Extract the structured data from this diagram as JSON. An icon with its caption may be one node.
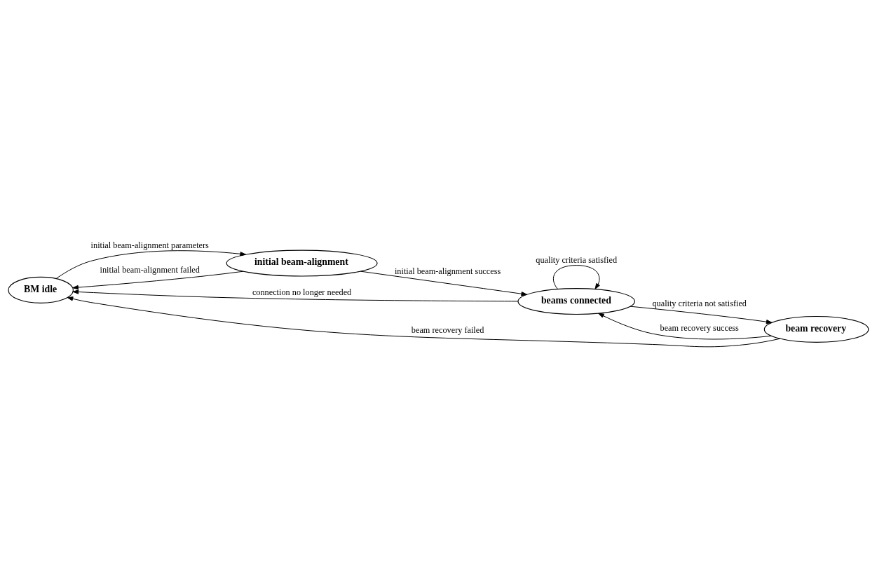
{
  "diagram": {
    "nodes": [
      {
        "text": [
          "BM idle"
        ]
      },
      {
        "text": [
          "initial beam-alignment"
        ]
      },
      {
        "text": [
          "beams connected"
        ]
      },
      {
        "text": [
          "beam recovery"
        ]
      }
    ],
    "edges": [
      {
        "from": 0,
        "to": 1,
        "arrow": "to",
        "label": "initial beam-alignment parameters"
      },
      {
        "from": 1,
        "to": 0,
        "arrow": "to",
        "label": "initial beam-alignment failed"
      },
      {
        "from": 1,
        "to": 2,
        "arrow": "to",
        "label": "initial beam-alignment success"
      },
      {
        "from": 2,
        "to": 0,
        "arrow": "to",
        "label": "connection no longer needed"
      },
      {
        "from": 2,
        "to": 2,
        "arrow": "to",
        "label": "quality criteria satisfied"
      },
      {
        "from": 2,
        "to": 3,
        "arrow": "to",
        "label": "quality criteria not satisfied"
      },
      {
        "from": 3,
        "to": 2,
        "arrow": "to",
        "label": "beam recovery success"
      },
      {
        "from": 3,
        "to": 0,
        "arrow": "to",
        "label": "beam recovery failed"
      }
    ]
  }
}
